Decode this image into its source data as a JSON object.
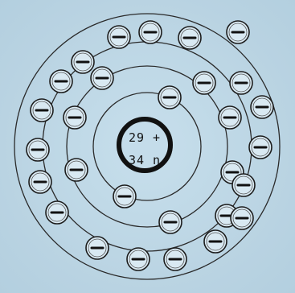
{
  "nucleus": {
    "protons_label": "29 +",
    "neutrons_label": "34 n"
  },
  "electron_symbol": "−",
  "shells": [
    {
      "electrons": 2
    },
    {
      "electrons": 8
    },
    {
      "electrons": 18
    },
    {
      "electrons": 1
    }
  ],
  "colors": {
    "background": "#bfd8e6",
    "line": "#1c1c1c",
    "electron_fill": "#d9e9f2"
  }
}
